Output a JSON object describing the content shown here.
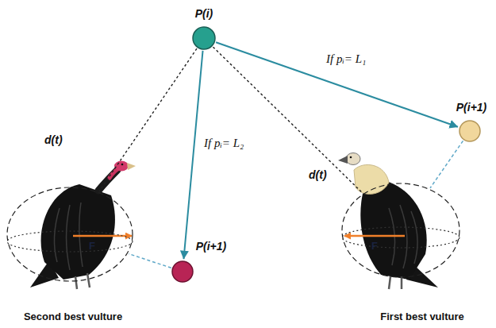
{
  "diagram": {
    "nodes": [
      {
        "text": [
          "P(i)"
        ]
      },
      {
        "text": [
          "P(i+1)"
        ]
      },
      {
        "text": [
          "Second best vulture"
        ]
      },
      {
        "text": [
          "First best vulture"
        ]
      },
      {
        "text": [
          "P(i+1)"
        ]
      }
    ],
    "edges": [
      {
        "from": 0,
        "to": 1,
        "arrow": "to",
        "label": "If pᵢ= L₁"
      },
      {
        "from": 0,
        "to": 4,
        "arrow": "to",
        "label": "If pᵢ= L₂"
      },
      {
        "from": 0,
        "to": 2,
        "arrow": "none",
        "label": "d(t)"
      },
      {
        "from": 0,
        "to": 3,
        "arrow": "none",
        "label": "d(t)"
      },
      {
        "from": 1,
        "to": 3,
        "arrow": "none"
      },
      {
        "from": 4,
        "to": 2,
        "arrow": "none"
      }
    ],
    "labels": [
      "F",
      "F"
    ]
  }
}
